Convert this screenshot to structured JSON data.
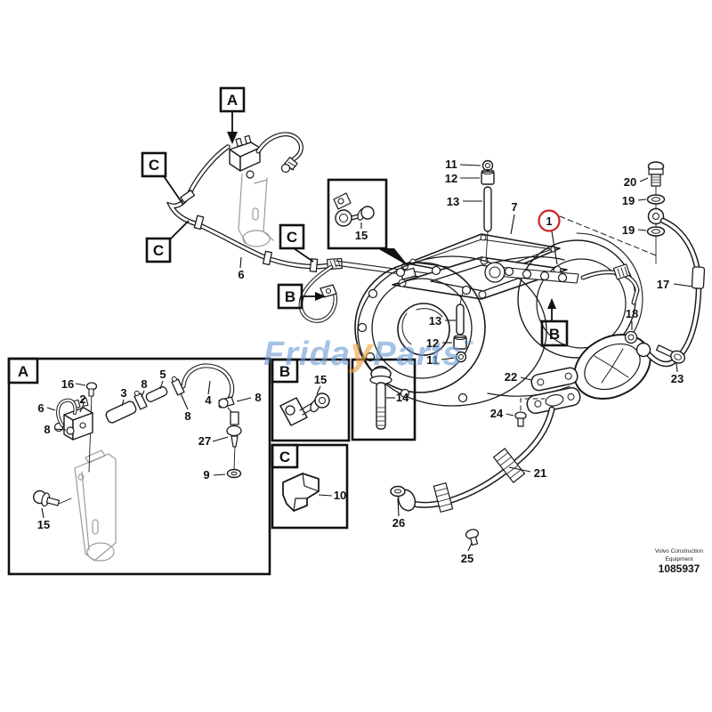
{
  "meta": {
    "background": "#ffffff",
    "ink": "#1a1a1a",
    "ghost": "#9a9a9a",
    "highlight": "#cc2424"
  },
  "watermark": {
    "frida": "Frida",
    "y": "y",
    "parts": "Parts",
    "tm": "™",
    "blue": "#6f9ed6",
    "orange": "#f0a23e"
  },
  "footer": {
    "company_line1": "Volvo Construction",
    "company_line2": "Equipment",
    "doc_number": "1085937"
  },
  "ref_letters": {
    "a": "A",
    "b": "B",
    "c": "C"
  },
  "part_numbers": {
    "n1": "1",
    "n2": "2",
    "n3": "3",
    "n4": "4",
    "n5": "5",
    "n6": "6",
    "n7": "7",
    "n8": "8",
    "n9": "9",
    "n10": "10",
    "n11": "11",
    "n12": "12",
    "n13": "13",
    "n14": "14",
    "n15": "15",
    "n16": "16",
    "n17": "17",
    "n18": "18",
    "n19": "19",
    "n20": "20",
    "n21": "21",
    "n22": "22",
    "n23": "23",
    "n24": "24",
    "n25": "25",
    "n26": "26",
    "n27": "27"
  }
}
